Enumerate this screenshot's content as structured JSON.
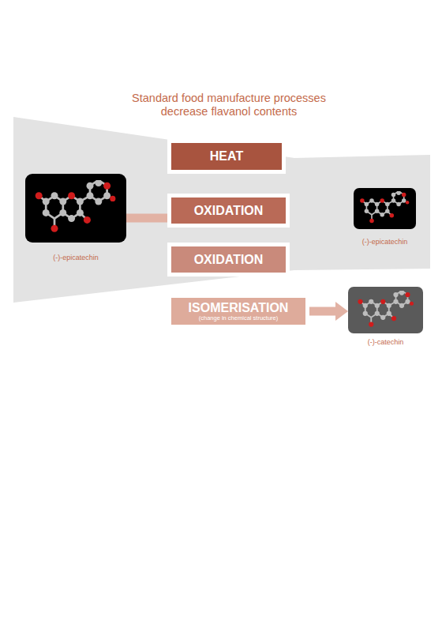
{
  "diagram": {
    "title": "Standard food manufacture processes decrease flavanol contents",
    "nodes": [
      {
        "text": [
          "(-)-epicatechin"
        ]
      },
      {
        "text": [
          "HEAT"
        ]
      },
      {
        "text": [
          "OXIDATION"
        ]
      },
      {
        "text": [
          "OXIDATION"
        ]
      },
      {
        "text": [
          "(-)-epicatechin"
        ]
      },
      {
        "text": [
          "ISOMERISATION",
          "(change in chemical structure)"
        ]
      },
      {
        "text": [
          "(-)-catechin"
        ]
      }
    ],
    "edges": [
      {
        "from": 0,
        "to": 5,
        "arrow": "none"
      },
      {
        "from": 5,
        "to": 6,
        "arrow": "to"
      }
    ]
  }
}
